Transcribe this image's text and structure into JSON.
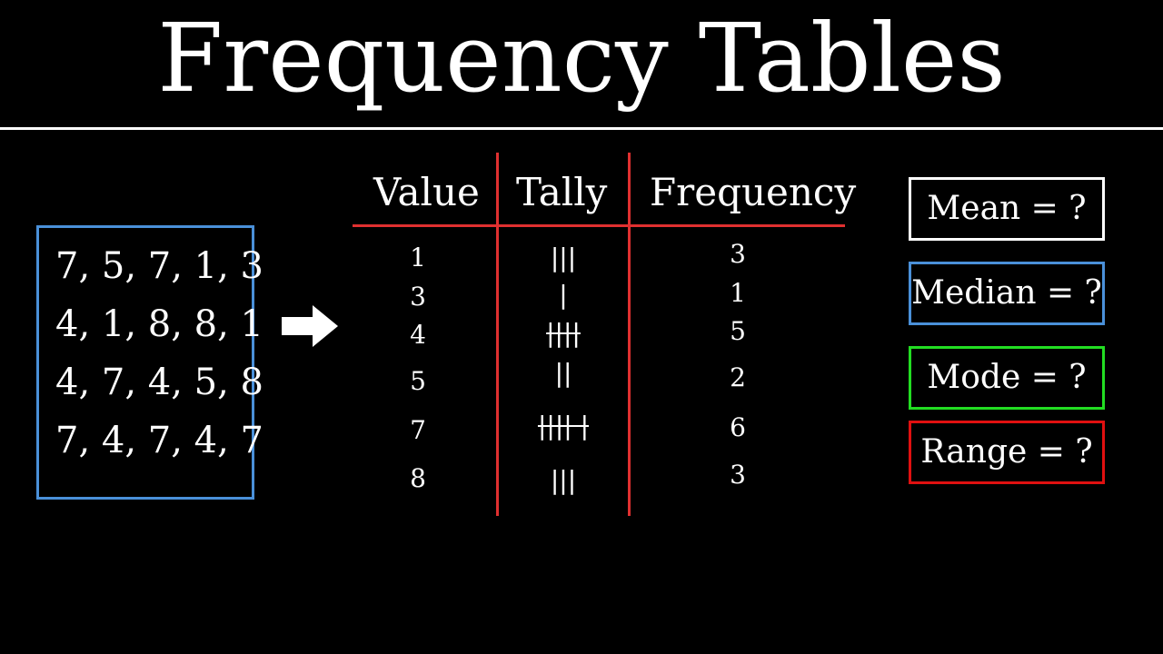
{
  "title": "Frequency Tables",
  "data_rows": [
    "7, 5, 7, 1, 3",
    "4, 1, 8, 8, 1",
    "4, 7, 4, 5, 8",
    "7, 4, 7, 4, 7"
  ],
  "table": {
    "headers": {
      "value": "Value",
      "tally": "Tally",
      "frequency": "Frequency"
    },
    "rows": [
      {
        "value": "1",
        "tally": "|||",
        "frequency": "3"
      },
      {
        "value": "3",
        "tally": "|",
        "frequency": "1"
      },
      {
        "value": "4",
        "tally": "||||",
        "frequency": "5"
      },
      {
        "value": "5",
        "tally": "||",
        "frequency": "2"
      },
      {
        "value": "7",
        "tally": "|||| |",
        "frequency": "6"
      },
      {
        "value": "8",
        "tally": "|||",
        "frequency": "3"
      }
    ]
  },
  "stats": [
    {
      "label": "Mean = ?",
      "color": "#ffffff"
    },
    {
      "label": "Median = ?",
      "color": "#4a90d9"
    },
    {
      "label": "Mode = ?",
      "color": "#22dd22"
    },
    {
      "label": "Range = ?",
      "color": "#e01010"
    }
  ],
  "colors": {
    "data_box": "#4a90d9",
    "table_lines": "#e03030"
  },
  "icons": {
    "arrow": "right-arrow-icon"
  }
}
